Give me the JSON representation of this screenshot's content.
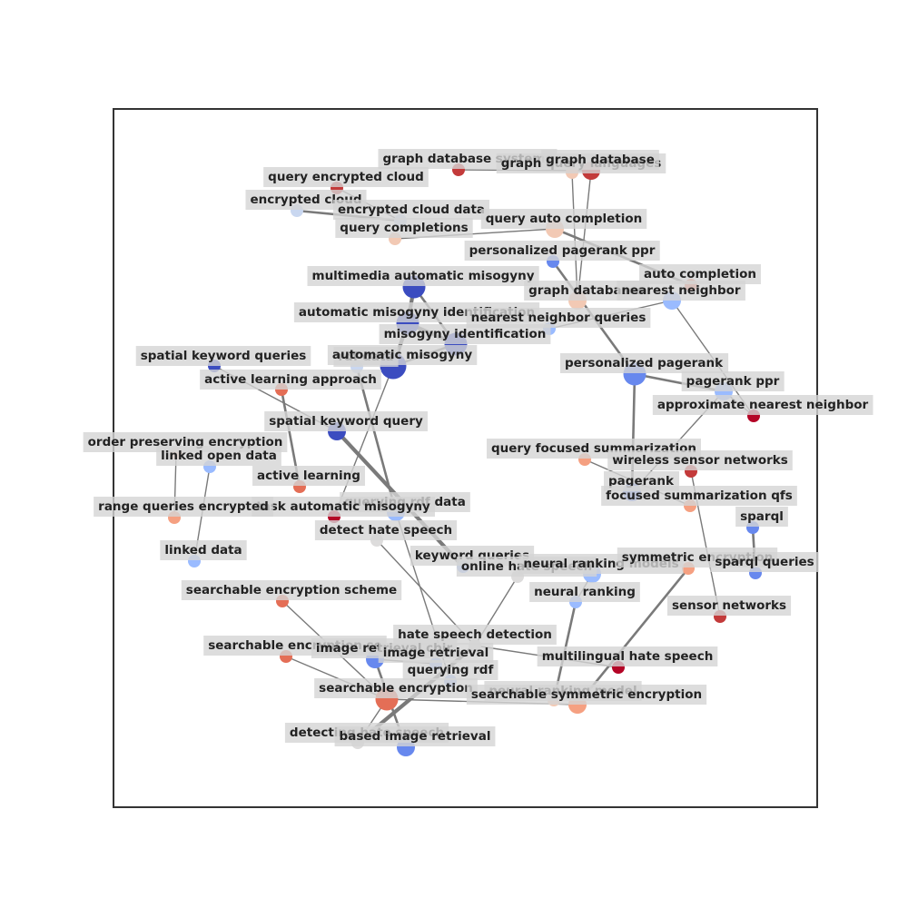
{
  "colors": {
    "dark_blue": "#3b4cc0",
    "mid_blue": "#6788ee",
    "light_blue": "#9abbff",
    "pale_blue": "#c9d7f0",
    "neutral": "#dddcdc",
    "light_orange": "#f2c9b4",
    "orange": "#f5a081",
    "dark_orange": "#e46e56",
    "red": "#c33a3a",
    "dark_red": "#b40426",
    "edge": "#7a7a7a"
  },
  "nodes": [
    {
      "id": "graph-database-systems",
      "label": "graph database systems",
      "color": "red",
      "size": "small"
    },
    {
      "id": "graph-query-languages",
      "label": "graph query languages",
      "color": "light_orange",
      "size": "small"
    },
    {
      "id": "graph-database",
      "label": "graph database",
      "color": "red",
      "size": "medium"
    },
    {
      "id": "query-encrypted-cloud",
      "label": "query encrypted cloud",
      "color": "red",
      "size": "small"
    },
    {
      "id": "encrypted-cloud",
      "label": "encrypted cloud",
      "color": "pale_blue",
      "size": "small"
    },
    {
      "id": "encrypted-cloud-data",
      "label": "encrypted cloud data",
      "color": "pale_blue",
      "size": "small"
    },
    {
      "id": "query-auto-completion",
      "label": "query auto completion",
      "color": "light_orange",
      "size": "medium"
    },
    {
      "id": "query-completions",
      "label": "query completions",
      "color": "light_orange",
      "size": "small"
    },
    {
      "id": "personalized-pagerank-ppr",
      "label": "personalized pagerank ppr",
      "color": "mid_blue",
      "size": "small"
    },
    {
      "id": "auto-completion",
      "label": "auto completion",
      "color": "dark_orange",
      "size": "small"
    },
    {
      "id": "multimedia-automatic-misogyny",
      "label": "multimedia automatic misogyny",
      "color": "dark_blue",
      "size": "large"
    },
    {
      "id": "graph-databases",
      "label": "graph databases",
      "color": "light_orange",
      "size": "medium"
    },
    {
      "id": "nearest-neighbor",
      "label": "nearest neighbor",
      "color": "light_blue",
      "size": "medium"
    },
    {
      "id": "automatic-misogyny-identification",
      "label": "automatic misogyny identification",
      "color": "dark_blue",
      "size": "large"
    },
    {
      "id": "nearest-neighbor-queries",
      "label": "nearest neighbor queries",
      "color": "light_blue",
      "size": "small"
    },
    {
      "id": "misogyny-identification",
      "label": "misogyny identification",
      "color": "dark_blue",
      "size": "large"
    },
    {
      "id": "spatial-keyword-queries",
      "label": "spatial keyword queries",
      "color": "dark_blue",
      "size": "small"
    },
    {
      "id": "rdf-data",
      "label": "rdf data",
      "color": "pale_blue",
      "size": "small"
    },
    {
      "id": "automatic-misogyny",
      "label": "automatic misogyny",
      "color": "dark_blue",
      "size": "xlarge"
    },
    {
      "id": "personalized-pagerank",
      "label": "personalized pagerank",
      "color": "mid_blue",
      "size": "large"
    },
    {
      "id": "active-learning-approach",
      "label": "active learning approach",
      "color": "dark_orange",
      "size": "small"
    },
    {
      "id": "pagerank-ppr",
      "label": "pagerank ppr",
      "color": "light_blue",
      "size": "medium"
    },
    {
      "id": "approximate-nearest-neighbor",
      "label": "approximate nearest neighbor",
      "color": "dark_red",
      "size": "small"
    },
    {
      "id": "spatial-keyword-query",
      "label": "spatial keyword query",
      "color": "dark_blue",
      "size": "medium"
    },
    {
      "id": "order-preserving-encryption",
      "label": "order preserving encryption",
      "color": "light_orange",
      "size": "small"
    },
    {
      "id": "linked-open-data",
      "label": "linked open data",
      "color": "light_blue",
      "size": "small"
    },
    {
      "id": "query-focused-summarization",
      "label": "query focused summarization",
      "color": "orange",
      "size": "small"
    },
    {
      "id": "wireless-sensor-networks",
      "label": "wireless sensor networks",
      "color": "red",
      "size": "small"
    },
    {
      "id": "active-learning",
      "label": "active learning",
      "color": "dark_orange",
      "size": "small"
    },
    {
      "id": "pagerank",
      "label": "pagerank",
      "color": "mid_blue",
      "size": "medium"
    },
    {
      "id": "focused-summarization-qfs",
      "label": "focused summarization qfs",
      "color": "orange",
      "size": "small"
    },
    {
      "id": "querying-rdf-data",
      "label": "querying rdf data",
      "color": "light_blue",
      "size": "medium"
    },
    {
      "id": "task-automatic-misogyny",
      "label": "task automatic misogyny",
      "color": "dark_red",
      "size": "small"
    },
    {
      "id": "range-queries-encrypted",
      "label": "range queries encrypted",
      "color": "orange",
      "size": "small"
    },
    {
      "id": "sparql",
      "label": "sparql",
      "color": "mid_blue",
      "size": "small"
    },
    {
      "id": "detect-hate-speech",
      "label": "detect hate speech",
      "color": "neutral",
      "size": "small"
    },
    {
      "id": "linked-data",
      "label": "linked data",
      "color": "light_blue",
      "size": "small"
    },
    {
      "id": "keyword-queries",
      "label": "keyword queries",
      "color": "light_blue",
      "size": "small"
    },
    {
      "id": "online-hate-speech",
      "label": "online hate speech",
      "color": "neutral",
      "size": "small"
    },
    {
      "id": "neural-ranking-models",
      "label": "neural ranking models",
      "color": "light_blue",
      "size": "medium"
    },
    {
      "id": "symmetric-encryption",
      "label": "symmetric encryption",
      "color": "orange",
      "size": "small"
    },
    {
      "id": "sparql-queries",
      "label": "sparql queries",
      "color": "mid_blue",
      "size": "small"
    },
    {
      "id": "searchable-encryption-scheme",
      "label": "searchable encryption scheme",
      "color": "dark_orange",
      "size": "small"
    },
    {
      "id": "neural-ranking",
      "label": "neural ranking",
      "color": "light_blue",
      "size": "small"
    },
    {
      "id": "sensor-networks",
      "label": "sensor networks",
      "color": "red",
      "size": "small"
    },
    {
      "id": "hate-speech-detection",
      "label": "hate speech detection",
      "color": "neutral",
      "size": "small"
    },
    {
      "id": "searchable-encryption-se",
      "label": "searchable encryption se",
      "color": "dark_orange",
      "size": "small"
    },
    {
      "id": "image-retrieval-cbir",
      "label": "image retrieval cbir",
      "color": "mid_blue",
      "size": "medium"
    },
    {
      "id": "image-retrieval",
      "label": "image retrieval",
      "color": "light_blue",
      "size": "small"
    },
    {
      "id": "multilingual-hate-speech",
      "label": "multilingual hate speech",
      "color": "dark_red",
      "size": "small"
    },
    {
      "id": "querying-rdf",
      "label": "querying rdf",
      "color": "light_blue",
      "size": "small"
    },
    {
      "id": "searchable-encryption",
      "label": "searchable encryption",
      "color": "dark_orange",
      "size": "large"
    },
    {
      "id": "neural-ranking-model",
      "label": "neural ranking model",
      "color": "light_orange",
      "size": "small"
    },
    {
      "id": "searchable-symmetric-encryption",
      "label": "searchable symmetric encryption",
      "color": "orange",
      "size": "medium"
    },
    {
      "id": "detecting-hate-speech",
      "label": "detecting hate speech",
      "color": "neutral",
      "size": "small"
    },
    {
      "id": "based-image-retrieval",
      "label": "based image retrieval",
      "color": "mid_blue",
      "size": "medium"
    }
  ],
  "edges": [
    {
      "source": "graph-database-systems",
      "target": "graph-database",
      "weight": "thin"
    },
    {
      "source": "graph-query-languages",
      "target": "graph-databases",
      "weight": "thin"
    },
    {
      "source": "graph-database",
      "target": "graph-databases",
      "weight": "thin"
    },
    {
      "source": "query-encrypted-cloud",
      "target": "encrypted-cloud-data",
      "weight": "thin"
    },
    {
      "source": "encrypted-cloud",
      "target": "encrypted-cloud-data",
      "weight": "medium"
    },
    {
      "source": "query-auto-completion",
      "target": "query-completions",
      "weight": "thin"
    },
    {
      "source": "query-auto-completion",
      "target": "auto-completion",
      "weight": "medium"
    },
    {
      "source": "personalized-pagerank-ppr",
      "target": "personalized-pagerank",
      "weight": "medium"
    },
    {
      "source": "multimedia-automatic-misogyny",
      "target": "automatic-misogyny-identification",
      "weight": "heavy"
    },
    {
      "source": "multimedia-automatic-misogyny",
      "target": "misogyny-identification",
      "weight": "medium"
    },
    {
      "source": "automatic-misogyny-identification",
      "target": "misogyny-identification",
      "weight": "heavy"
    },
    {
      "source": "automatic-misogyny-identification",
      "target": "automatic-misogyny",
      "weight": "heavy"
    },
    {
      "source": "automatic-misogyny",
      "target": "misogyny-identification",
      "weight": "medium"
    },
    {
      "source": "automatic-misogyny",
      "target": "task-automatic-misogyny",
      "weight": "thin"
    },
    {
      "source": "nearest-neighbor",
      "target": "nearest-neighbor-queries",
      "weight": "thin"
    },
    {
      "source": "nearest-neighbor",
      "target": "approximate-nearest-neighbor",
      "weight": "thin"
    },
    {
      "source": "spatial-keyword-queries",
      "target": "spatial-keyword-query",
      "weight": "thin"
    },
    {
      "source": "rdf-data",
      "target": "querying-rdf-data",
      "weight": "medium"
    },
    {
      "source": "personalized-pagerank",
      "target": "pagerank-ppr",
      "weight": "medium"
    },
    {
      "source": "personalized-pagerank",
      "target": "pagerank",
      "weight": "medium"
    },
    {
      "source": "pagerank-ppr",
      "target": "approximate-nearest-neighbor",
      "weight": "thin"
    },
    {
      "source": "pagerank-ppr",
      "target": "pagerank",
      "weight": "thin"
    },
    {
      "source": "active-learning-approach",
      "target": "active-learning",
      "weight": "medium"
    },
    {
      "source": "spatial-keyword-query",
      "target": "keyword-queries",
      "weight": "heavy"
    },
    {
      "source": "order-preserving-encryption",
      "target": "range-queries-encrypted",
      "weight": "thin"
    },
    {
      "source": "linked-open-data",
      "target": "linked-data",
      "weight": "thin"
    },
    {
      "source": "query-focused-summarization",
      "target": "focused-summarization-qfs",
      "weight": "thin"
    },
    {
      "source": "wireless-sensor-networks",
      "target": "sensor-networks",
      "weight": "thin"
    },
    {
      "source": "sparql",
      "target": "sparql-queries",
      "weight": "medium"
    },
    {
      "source": "querying-rdf-data",
      "target": "querying-rdf",
      "weight": "thin"
    },
    {
      "source": "detect-hate-speech",
      "target": "hate-speech-detection",
      "weight": "thin"
    },
    {
      "source": "online-hate-speech",
      "target": "hate-speech-detection",
      "weight": "thin"
    },
    {
      "source": "neural-ranking-models",
      "target": "neural-ranking",
      "weight": "thin"
    },
    {
      "source": "neural-ranking",
      "target": "neural-ranking-model",
      "weight": "medium"
    },
    {
      "source": "symmetric-encryption",
      "target": "searchable-symmetric-encryption",
      "weight": "medium"
    },
    {
      "source": "searchable-encryption-scheme",
      "target": "searchable-encryption",
      "weight": "thin"
    },
    {
      "source": "searchable-encryption-se",
      "target": "searchable-encryption",
      "weight": "thin"
    },
    {
      "source": "searchable-encryption",
      "target": "searchable-symmetric-encryption",
      "weight": "thin"
    },
    {
      "source": "image-retrieval-cbir",
      "target": "based-image-retrieval",
      "weight": "medium"
    },
    {
      "source": "image-retrieval-cbir",
      "target": "image-retrieval",
      "weight": "thin"
    },
    {
      "source": "hate-speech-detection",
      "target": "multilingual-hate-speech",
      "weight": "thin"
    },
    {
      "source": "hate-speech-detection",
      "target": "detecting-hate-speech",
      "weight": "heavy"
    },
    {
      "source": "searchable-encryption",
      "target": "detecting-hate-speech",
      "weight": "thin"
    }
  ]
}
